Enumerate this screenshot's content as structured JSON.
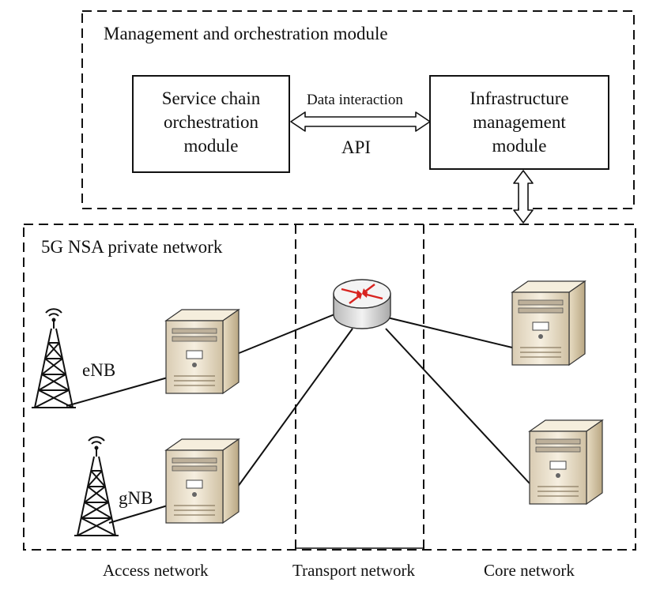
{
  "management": {
    "title": "Management and orchestration module",
    "service_chain_box": [
      "Service chain",
      "orchestration",
      "module"
    ],
    "infrastructure_box": [
      "Infrastructure",
      "management",
      "module"
    ],
    "link_label_top": "Data interaction",
    "link_label_bottom": "API"
  },
  "private_network": {
    "title": "5G NSA private network",
    "base_stations": [
      "eNB",
      "gNB"
    ]
  },
  "regions": [
    "Access network",
    "Transport network",
    "Core network"
  ],
  "colors": {
    "line": "#111111",
    "server_body": "#f2e9d8",
    "router_arrows": "#d8231f"
  }
}
